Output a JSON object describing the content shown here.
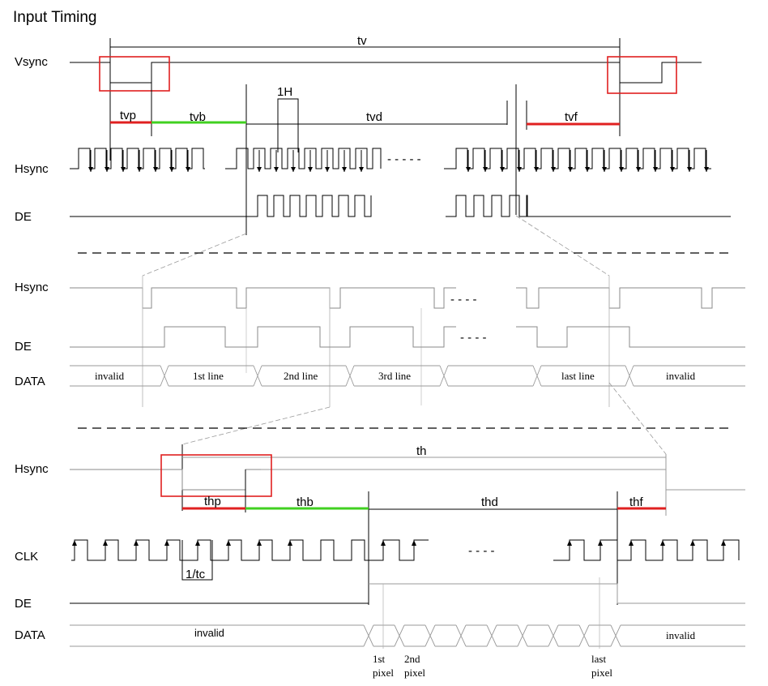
{
  "title": "Input Timing",
  "colors": {
    "highlight_box": "#e02020",
    "pulse_width": "#e02020",
    "back_porch": "#40d020",
    "signal": "#000000",
    "detail": "#9a9a9a"
  },
  "frame_section": {
    "signals": {
      "vsync": "Vsync",
      "hsync": "Hsync",
      "de": "DE"
    },
    "params": {
      "tv": "tv",
      "tvp": "tvp",
      "tvb": "tvb",
      "tvd": "tvd",
      "tvf": "tvf",
      "one_h": "1H"
    },
    "ellipsis": "- - - - -"
  },
  "line_section": {
    "signals": {
      "hsync": "Hsync",
      "de": "DE",
      "data": "DATA"
    },
    "data_cells": [
      "invalid",
      "1st line",
      "2nd line",
      "3rd line",
      "",
      "last line",
      "invalid"
    ],
    "ellipsis": "- - - -"
  },
  "pixel_section": {
    "signals": {
      "hsync": "Hsync",
      "clk": "CLK",
      "de": "DE",
      "data": "DATA"
    },
    "params": {
      "th": "th",
      "thp": "thp",
      "thb": "thb",
      "thd": "thd",
      "thf": "thf",
      "one_tc": "1/tc"
    },
    "data_cells": {
      "left": "invalid",
      "right": "invalid"
    },
    "pixel_labels": [
      {
        "line1": "1st",
        "line2": "pixel"
      },
      {
        "line1": "2nd",
        "line2": "pixel"
      },
      {
        "line1": "last",
        "line2": "pixel"
      }
    ],
    "ellipsis": "- - - -"
  }
}
